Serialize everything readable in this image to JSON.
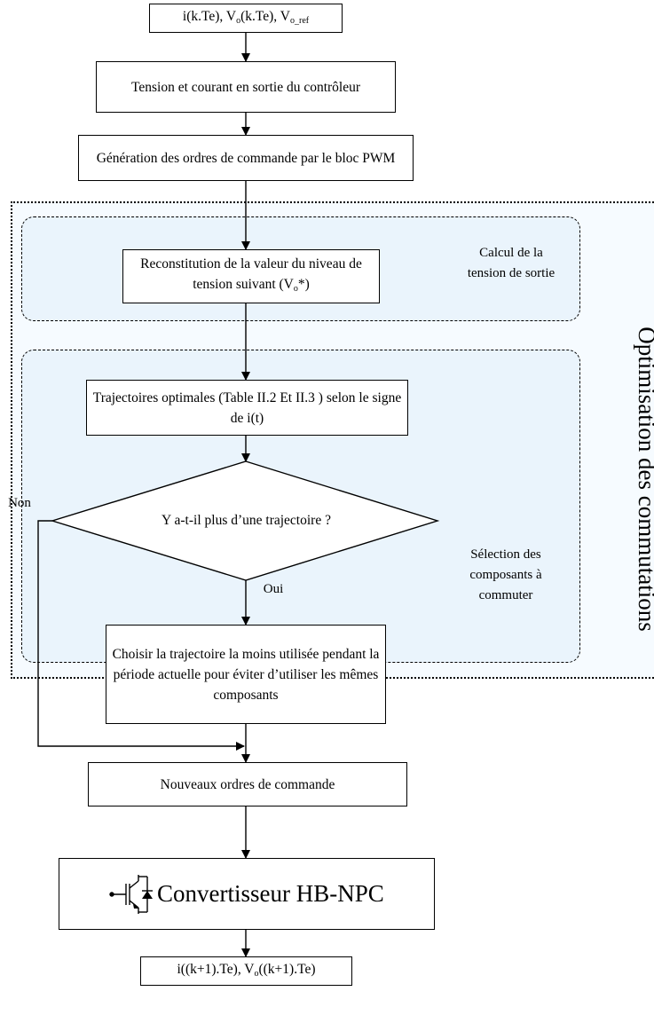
{
  "nodes": {
    "input": "i(k.Te), Vₒ(k.Te), Vₒ_ref",
    "controller": "Tension et courant en sortie du contrôleur",
    "pwm": "Génération des ordres de commande par le bloc PWM",
    "reconstitution": "Reconstitution de la valeur du niveau de tension suivant (Vₒ*)",
    "trajectories": "Trajectoires optimales (Table II.2 Et II.3 ) selon le signe de i(t)",
    "decision": "Y a-t-il plus d’une trajectoire ?",
    "choose": "Choisir la trajectoire la moins utilisée pendant la période actuelle pour éviter d’utiliser les mêmes composants",
    "new_orders": "Nouveaux ordres de commande",
    "converter": "Convertisseur HB-NPC",
    "output": "i((k+1).Te), Vₒ((k+1).Te)"
  },
  "edges": {
    "no": "Non",
    "yes": "Oui"
  },
  "regions": {
    "calc": "Calcul de la tension de sortie",
    "selection": "Sélection des composants à commuter",
    "optim": "Optimisation des commutations"
  },
  "icons": {
    "converter": "igbt-diode-icon"
  }
}
